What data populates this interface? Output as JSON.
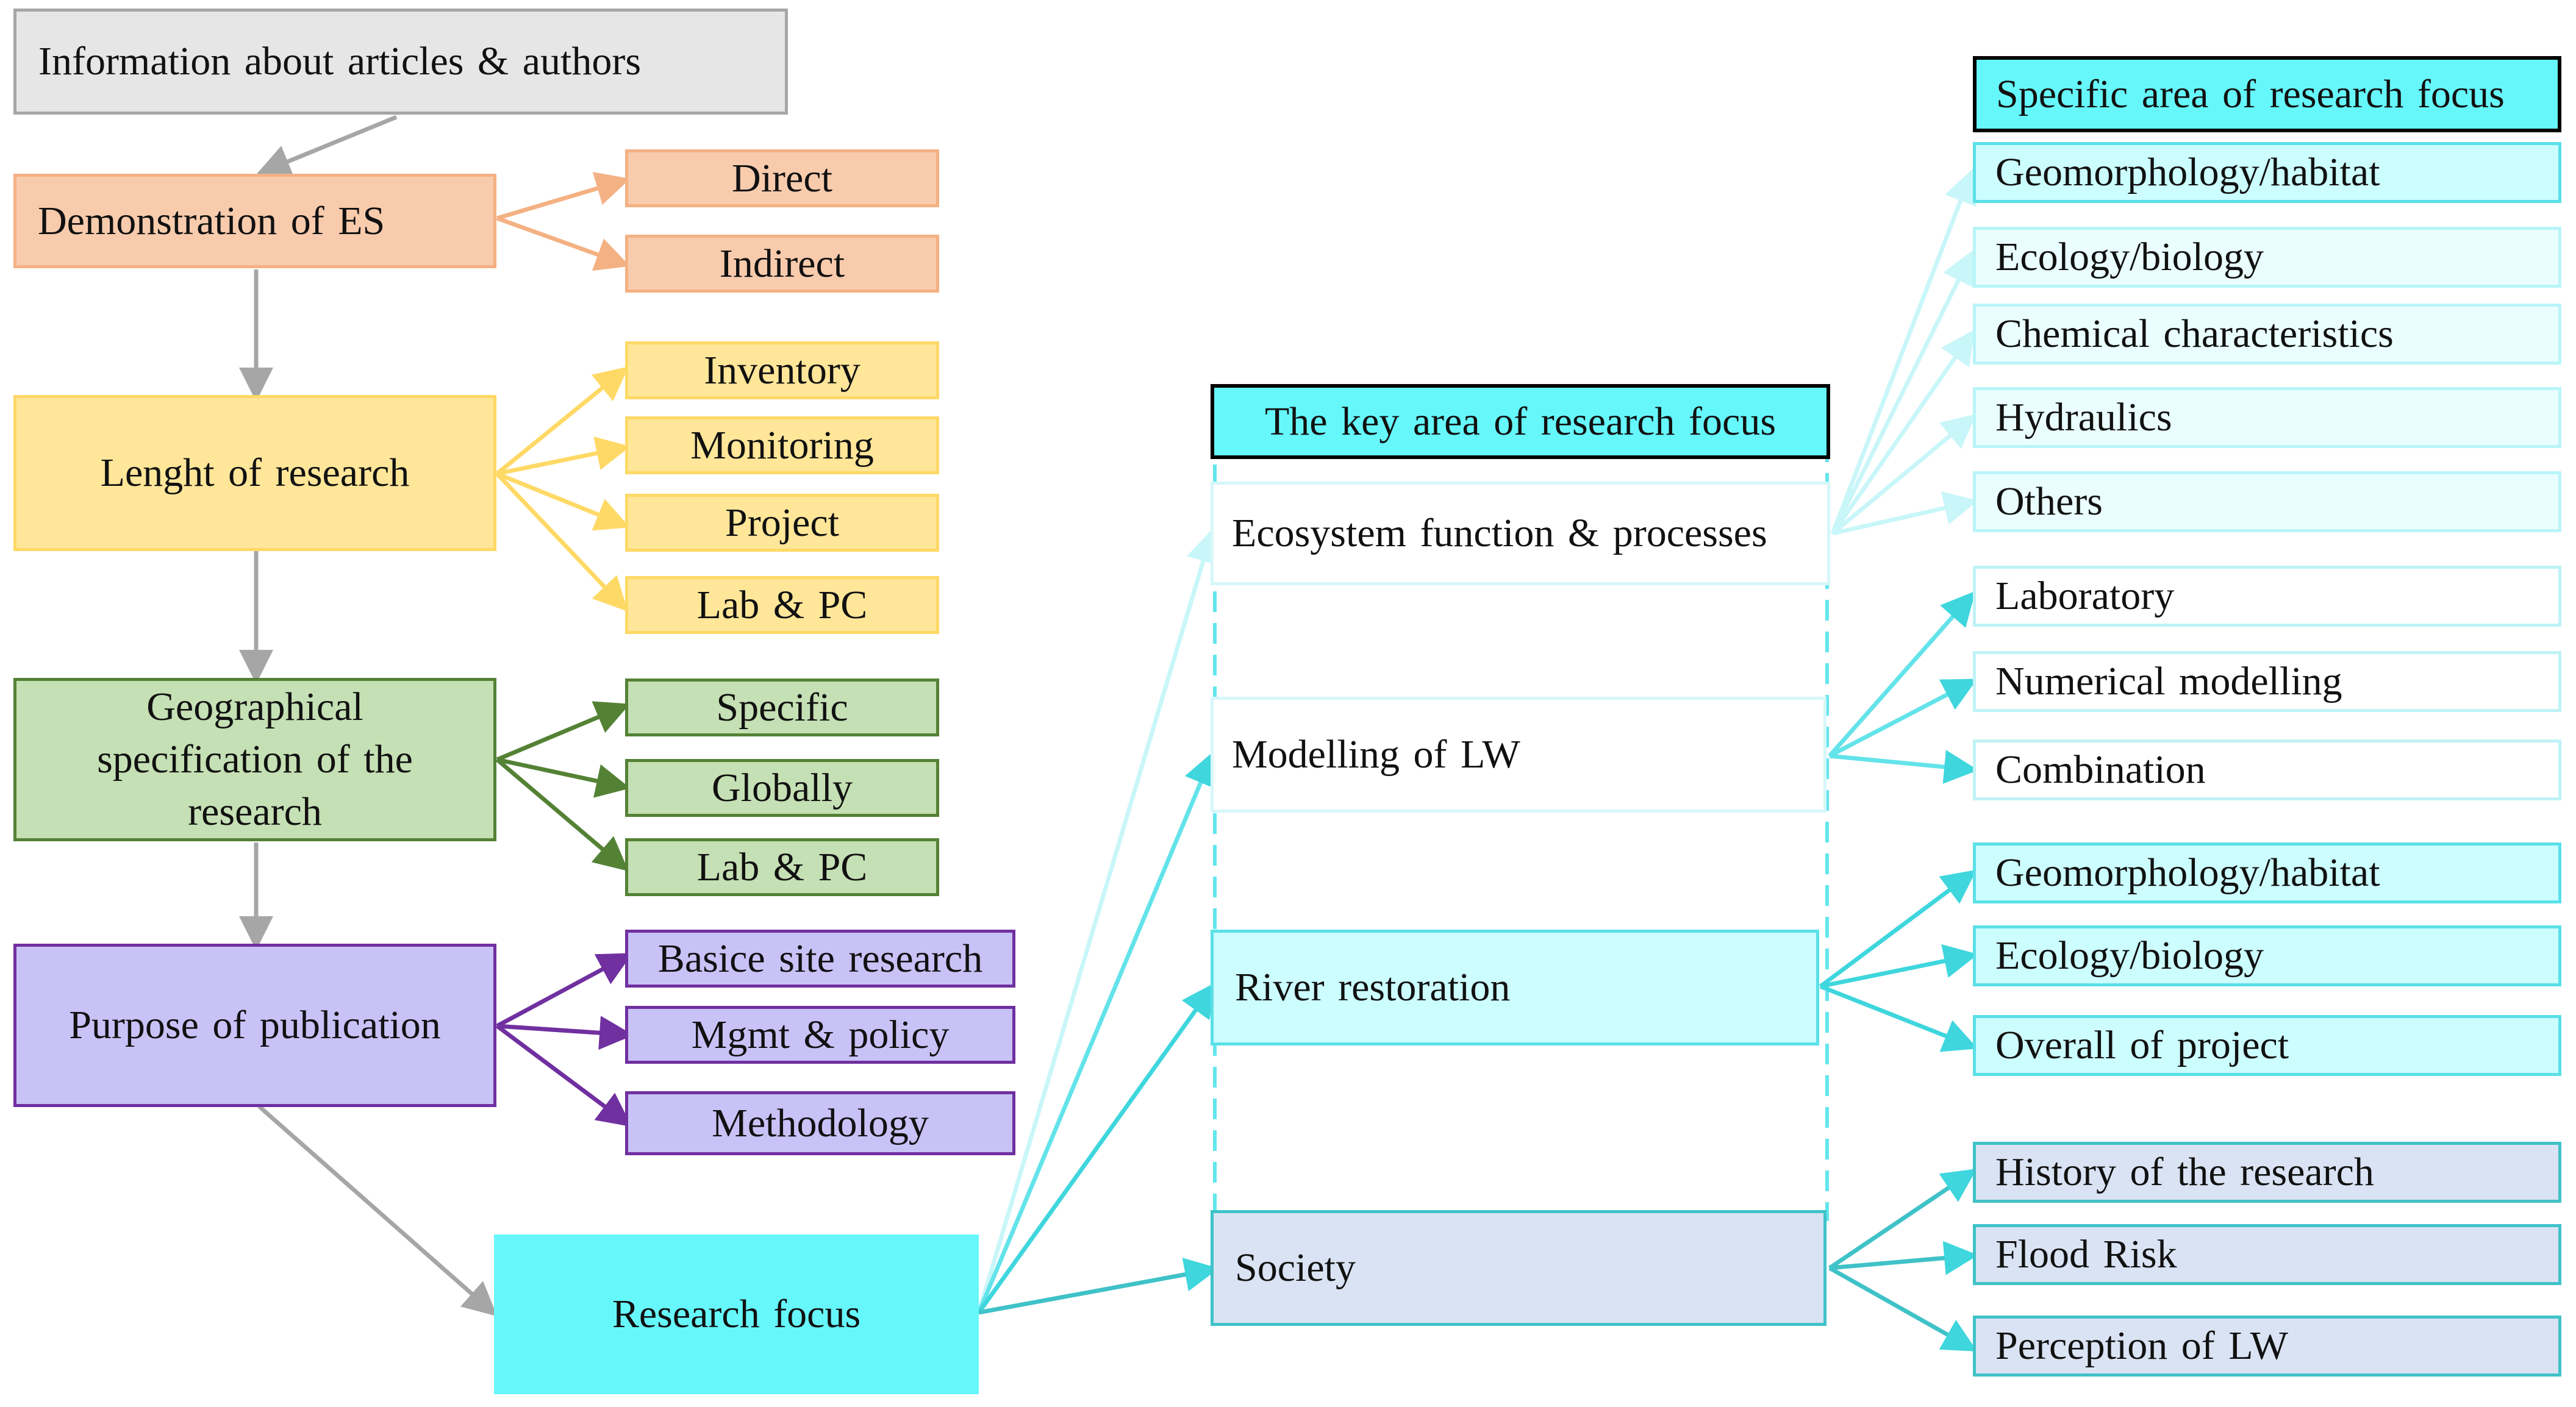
{
  "title_box": "Information about articles & authors",
  "left_column": {
    "demonstration": "Demonstration of ES",
    "length": "Lenght of research",
    "geographical": "Geographical specification of the research",
    "purpose": "Purpose of publication",
    "research_focus": "Research focus"
  },
  "demonstration_options": [
    "Direct",
    "Indirect"
  ],
  "length_options": [
    "Inventory",
    "Monitoring",
    "Project",
    "Lab & PC"
  ],
  "geographical_options": [
    "Specific",
    "Globally",
    "Lab & PC"
  ],
  "purpose_options": [
    "Basice site research",
    "Mgmt & policy",
    "Methodology"
  ],
  "key_area": {
    "header": "The key area of research focus",
    "items": [
      "Ecosystem function & processes",
      "Modelling of LW",
      "River restoration",
      "Society"
    ]
  },
  "specific_area": {
    "header": "Specific area of research focus",
    "ecosystem": [
      "Geomorphology/habitat",
      "Ecology/biology",
      "Chemical characteristics",
      "Hydraulics",
      "Others"
    ],
    "modelling": [
      "Laboratory",
      "Numerical modelling",
      "Combination"
    ],
    "restoration": [
      "Geomorphology/habitat",
      "Ecology/biology",
      "Overall of project"
    ],
    "society": [
      "History of the research",
      "Flood Risk",
      "Perception of LW"
    ]
  },
  "colors": {
    "grey": "#e7e6e6",
    "orange": "#f8cbad",
    "yellow": "#ffe699",
    "green": "#c5e0b4",
    "purple": "#c9c2f7",
    "cyan": "#66f7fb",
    "light_cyan": "#ccfdff",
    "dusk_blue": "#dae3f3",
    "arrow_grey": "#a6a6a6",
    "arrow_orange": "#f4b183",
    "arrow_yellow": "#ffd966",
    "arrow_green": "#548235",
    "arrow_purple": "#7030a0",
    "arrow_cyan": "#3fd6dd"
  }
}
